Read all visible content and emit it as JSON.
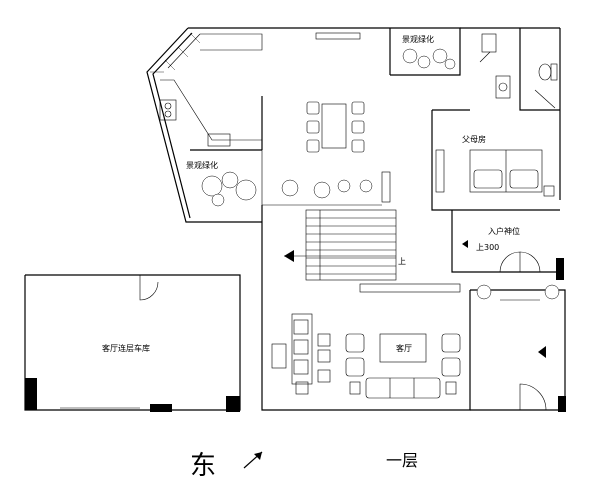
{
  "rooms": {
    "landscape_top": "景观绿化",
    "landscape_left": "景观绿化",
    "parents_room": "父母房",
    "entrance": "入户神位",
    "entrance_step": "上300",
    "garage": "客厅连层车库",
    "living": "客厅",
    "stair_up": "上"
  },
  "footer": {
    "direction": "东",
    "floor": "一层"
  }
}
